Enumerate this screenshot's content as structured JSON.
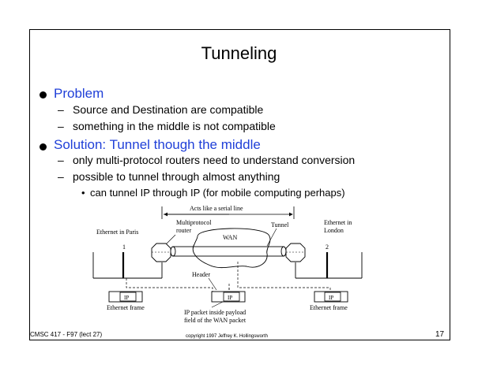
{
  "slide": {
    "title": "Tunneling",
    "bullets": [
      {
        "label": "Problem",
        "subs": [
          "Source and Destination are compatible",
          "something in the middle is not compatible"
        ]
      },
      {
        "label": "Solution: Tunnel though the middle",
        "subs": [
          "only multi-protocol routers need to understand conversion",
          "possible to tunnel through almost anything"
        ],
        "subsub": "can tunnel IP through IP (for mobile computing perhaps)"
      }
    ],
    "dash_glyph": "–",
    "subsub_glyph": "•"
  },
  "diagram": {
    "acts_like": "Acts like a serial line",
    "ethernet_paris": "Ethernet in Paris",
    "multiprotocol": [
      "Multiprotocol",
      "router"
    ],
    "wan": "WAN",
    "tunnel": "Tunnel",
    "ethernet_london": [
      "Ethernet in",
      "London"
    ],
    "port1": "1",
    "port2": "2",
    "header": "Header",
    "ip": "IP",
    "ethernet_frame": "Ethernet frame",
    "ip_packet_note": [
      "IP packet inside payload",
      "field of the WAN packet"
    ]
  },
  "footer": {
    "left": "CMSC 417 - F97  (lect 27)",
    "center": "copyright 1997 Jeffrey K. Hollingsworth",
    "page": "17"
  }
}
